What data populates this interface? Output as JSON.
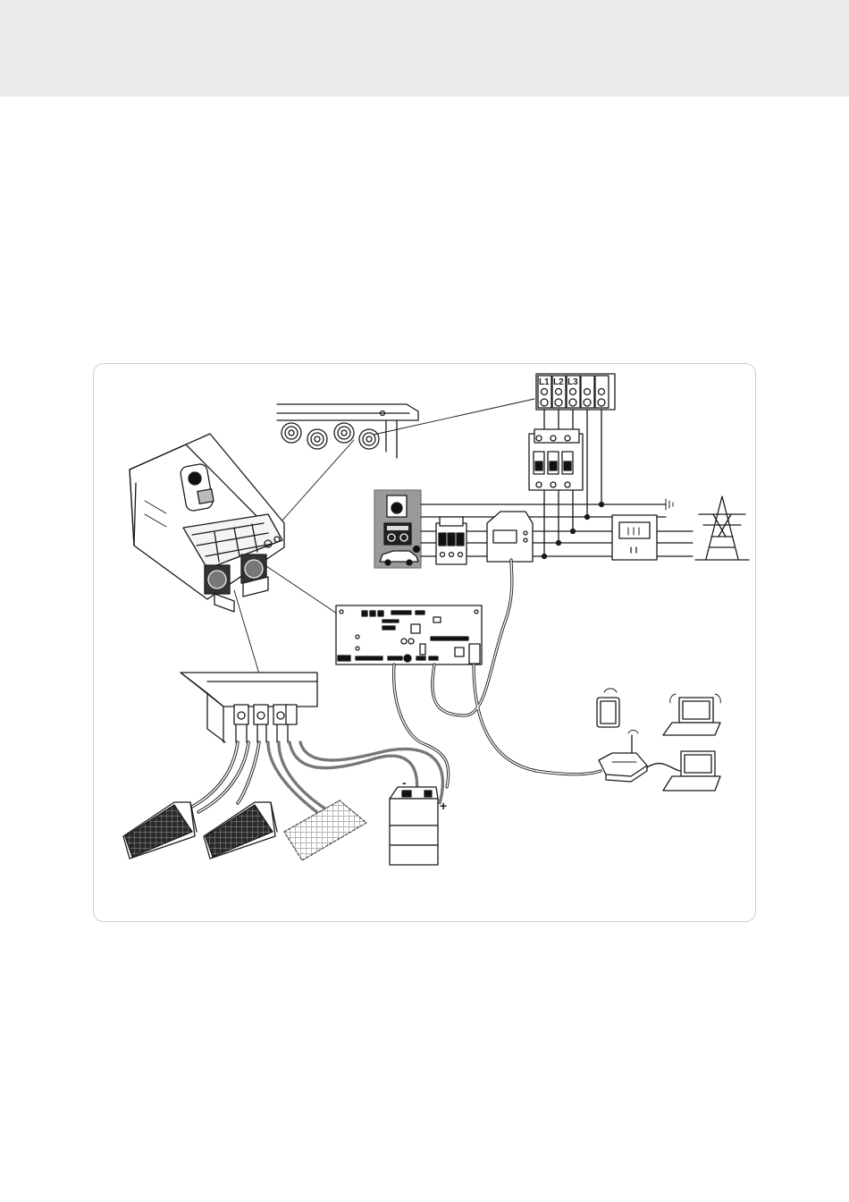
{
  "diagram": {
    "terminal_labels": [
      "L1",
      "L2",
      "L3"
    ],
    "battery_minus": "-",
    "battery_plus": "+"
  }
}
